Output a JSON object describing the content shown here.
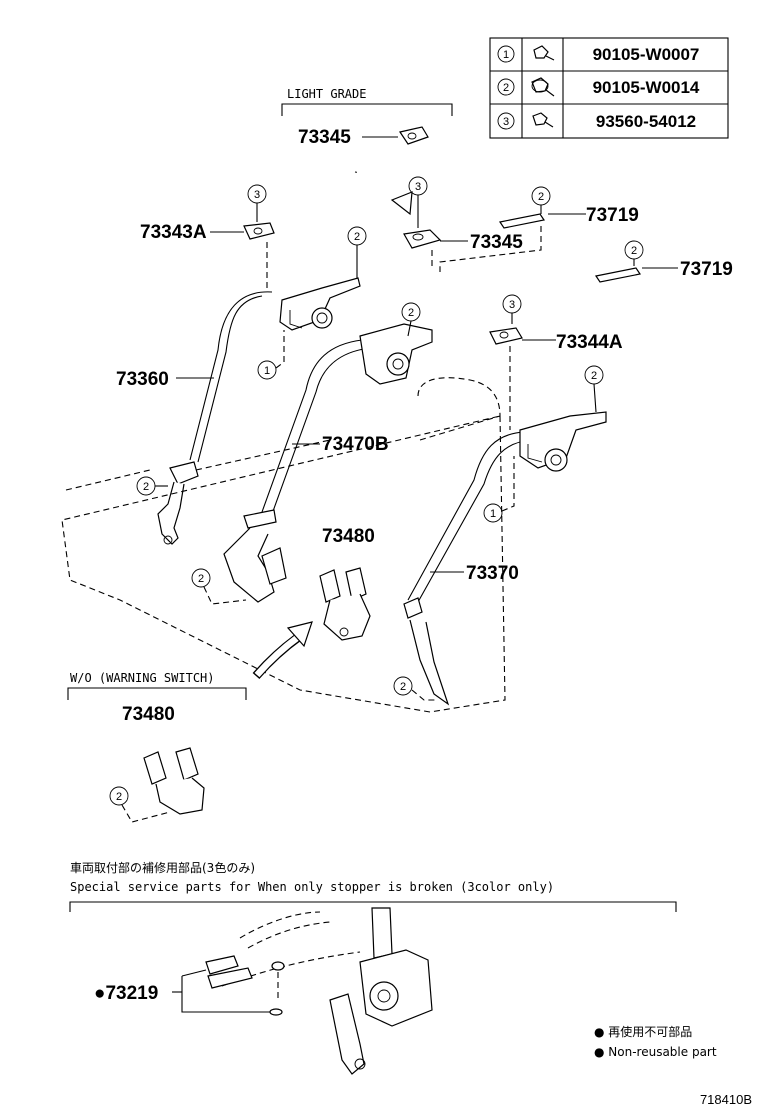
{
  "fastener_table": [
    {
      "ref": "1",
      "part": "90105-W0007"
    },
    {
      "ref": "2",
      "part": "90105-W0014"
    },
    {
      "ref": "3",
      "part": "93560-54012"
    }
  ],
  "captions": {
    "light_grade": "LIGHT  GRADE",
    "wo_warning": "W/O (WARNING  SWITCH)",
    "special_jp": "車両取付部の補修用部品(3色のみ)",
    "special_en": "Special  service  parts  for  When  only  stopper  is  broken  (3color  only)"
  },
  "parts": {
    "p73345_top": "73345",
    "p73345": "73345",
    "p73343a": "73343A",
    "p73719_a": "73719",
    "p73719_b": "73719",
    "p73344a": "73344A",
    "p73360": "73360",
    "p73470b": "73470B",
    "p73480": "73480",
    "p73370": "73370",
    "p73480_wo": "73480",
    "p73219": "●73219"
  },
  "callouts": {
    "c3": "3",
    "c2": "2",
    "c1": "1"
  },
  "legend": {
    "jp": "● 再使用不可部品",
    "en": "● Non-reusable part"
  },
  "diagram_code": "718410B"
}
